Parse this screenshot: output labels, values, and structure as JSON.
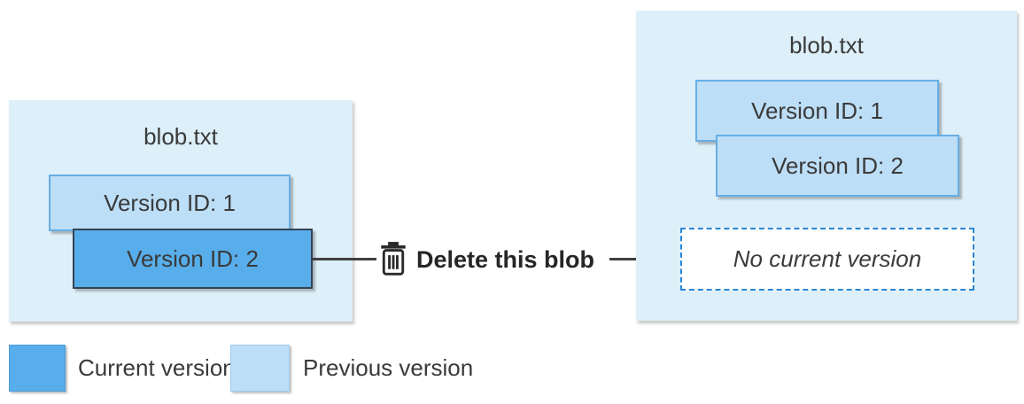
{
  "diagram": {
    "before": {
      "title": "blob.txt",
      "versions": [
        {
          "label": "Version ID: 1",
          "state": "previous"
        },
        {
          "label": "Version ID: 2",
          "state": "current"
        }
      ]
    },
    "action": {
      "icon": "trash-icon",
      "label": "Delete this blob"
    },
    "after": {
      "title": "blob.txt",
      "versions": [
        {
          "label": "Version ID: 1",
          "state": "previous"
        },
        {
          "label": "Version ID: 2",
          "state": "previous"
        }
      ],
      "placeholder": "No current version"
    },
    "legend": [
      {
        "label": "Current version",
        "state": "current"
      },
      {
        "label": "Previous version",
        "state": "previous"
      }
    ],
    "colors": {
      "current_version": "#58aeea",
      "current_border": "#344256",
      "previous_version": "#bddef7",
      "previous_border": "#66aee4",
      "container_bg": "#ddeff9",
      "dashed_border": "#2a86d4",
      "arrow": "#404040",
      "text": "#3a3a3a"
    }
  }
}
